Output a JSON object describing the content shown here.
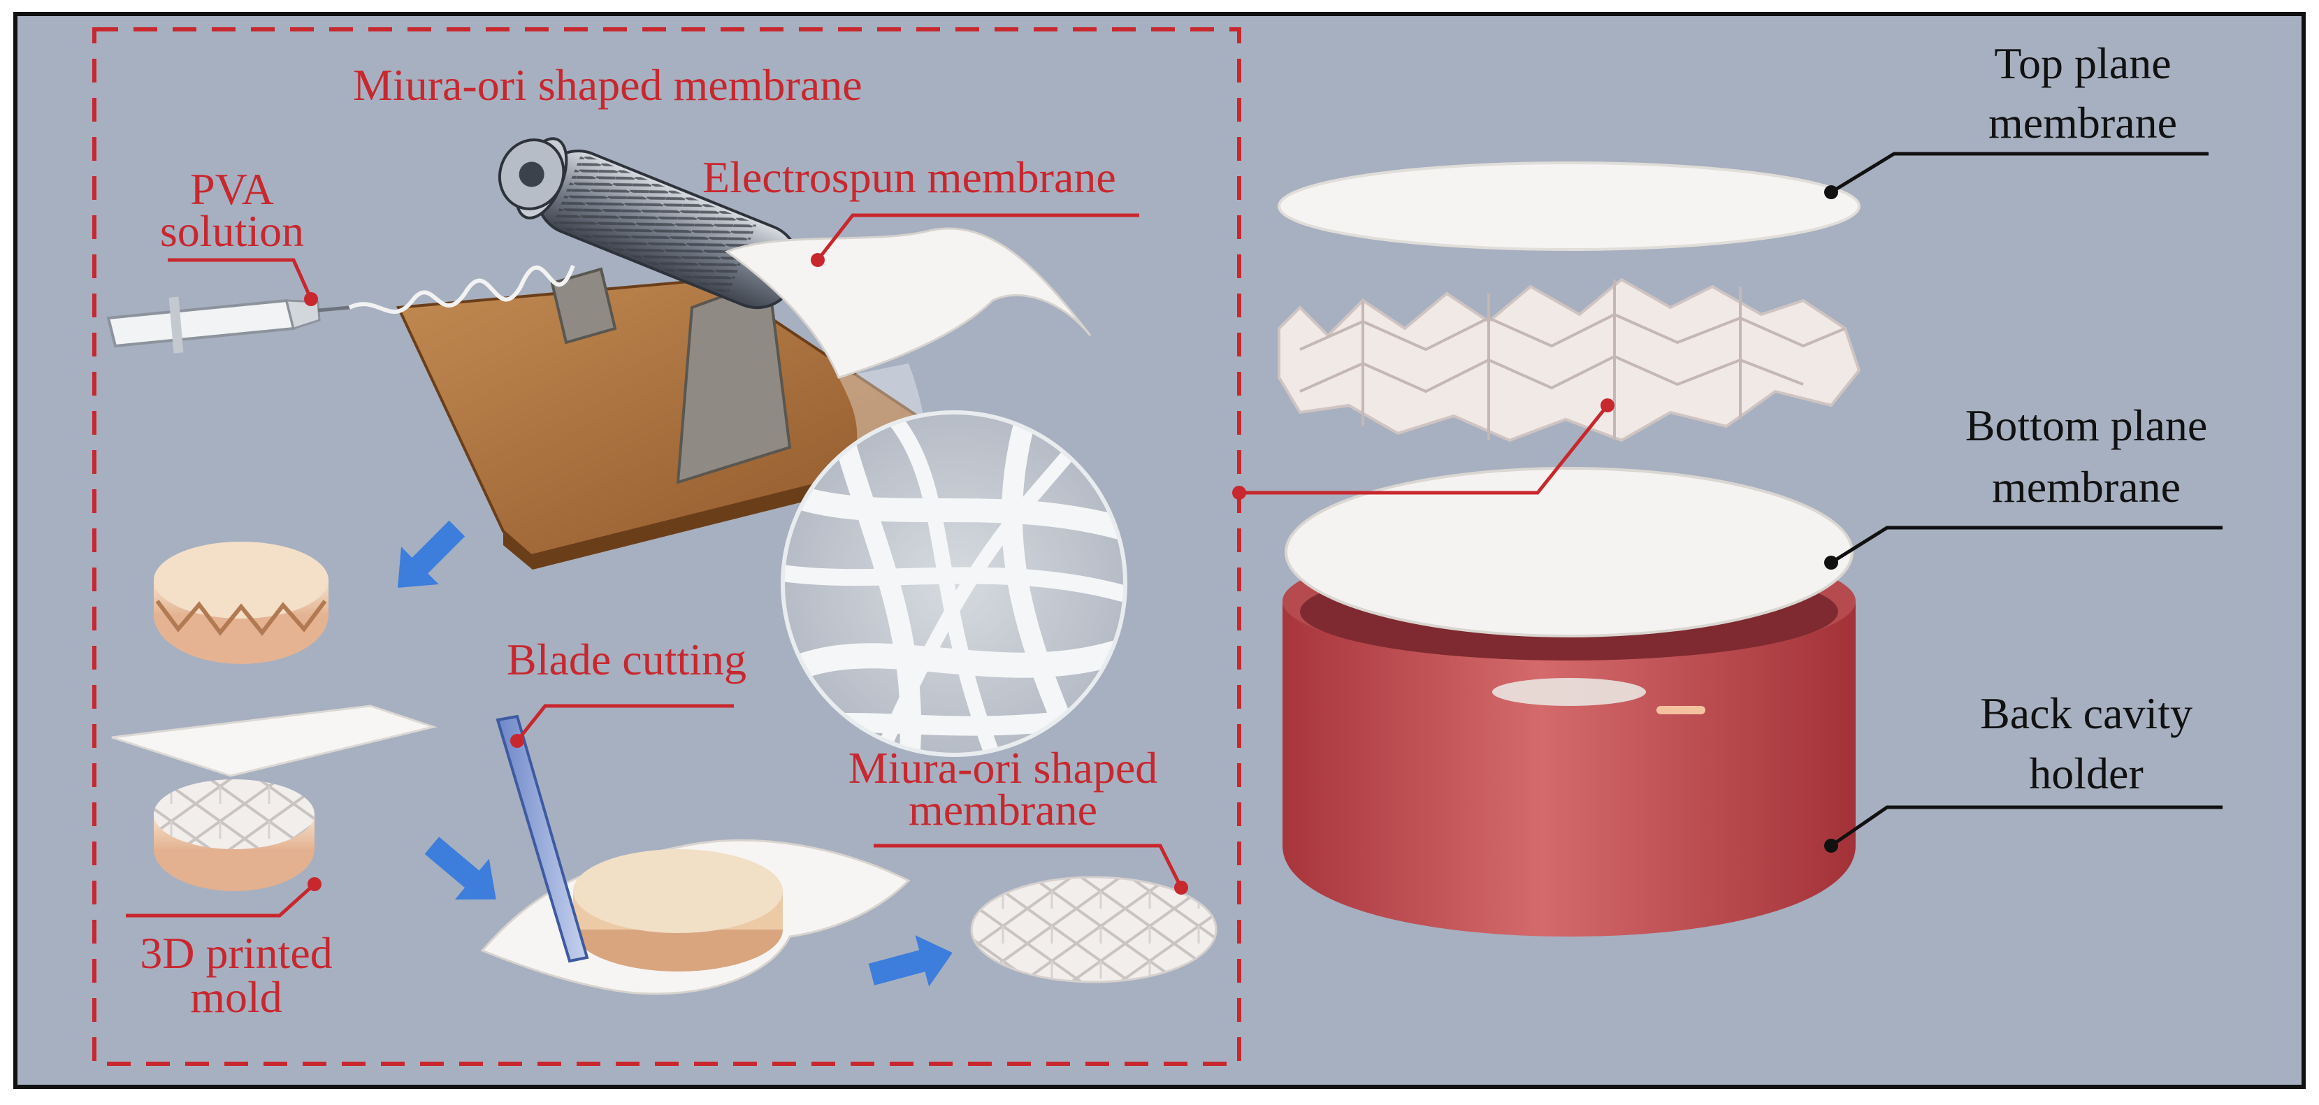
{
  "labels": {
    "panel_title": "Miura-ori shaped membrane",
    "pva_line1": "PVA",
    "pva_line2": "solution",
    "electrospun": "Electrospun membrane",
    "blade_cutting": "Blade cutting",
    "miura_line1": "Miura-ori shaped",
    "miura_line2": "membrane",
    "mold_line1": "3D printed",
    "mold_line2": "mold",
    "top_line1": "Top plane",
    "top_line2": "membrane",
    "bottom_line1": "Bottom plane",
    "bottom_line2": "membrane",
    "holder_line1": "Back cavity",
    "holder_line2": "holder"
  },
  "colors": {
    "background": "#a7b0c0",
    "accent_red": "#c8272e",
    "holder": "#c8565a",
    "arrow_blue": "#3d7ddb",
    "wood": "#a2683a",
    "membrane": "#f4f1ee"
  },
  "icons": {
    "process_arrow": "arrow-icon",
    "fiber_zoom": "magnifier-circle"
  }
}
